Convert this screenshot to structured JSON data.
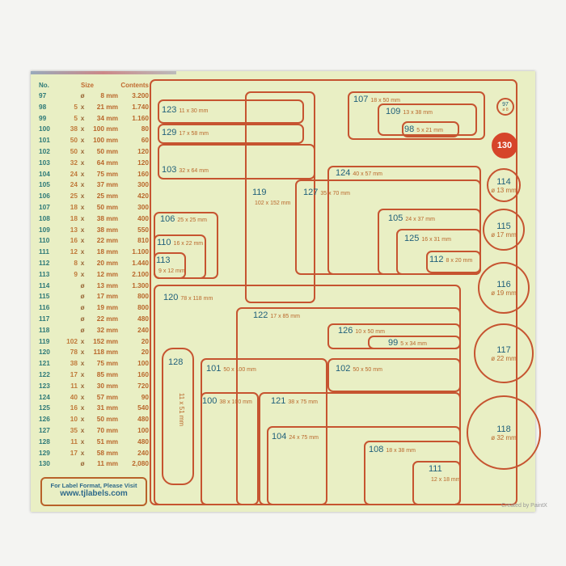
{
  "table": {
    "headers": {
      "no": "No.",
      "size": "Size",
      "contents": "Contents"
    },
    "rows": [
      [
        "97",
        "",
        "ø",
        "8 mm",
        "3.200"
      ],
      [
        "98",
        "5",
        "x",
        "21 mm",
        "1.740"
      ],
      [
        "99",
        "5",
        "x",
        "34 mm",
        "1.160"
      ],
      [
        "100",
        "38",
        "x",
        "100 mm",
        "80"
      ],
      [
        "101",
        "50",
        "x",
        "100 mm",
        "60"
      ],
      [
        "102",
        "50",
        "x",
        "50 mm",
        "120"
      ],
      [
        "103",
        "32",
        "x",
        "64 mm",
        "120"
      ],
      [
        "104",
        "24",
        "x",
        "75 mm",
        "160"
      ],
      [
        "105",
        "24",
        "x",
        "37 mm",
        "300"
      ],
      [
        "106",
        "25",
        "x",
        "25 mm",
        "420"
      ],
      [
        "107",
        "18",
        "x",
        "50 mm",
        "300"
      ],
      [
        "108",
        "18",
        "x",
        "38 mm",
        "400"
      ],
      [
        "109",
        "13",
        "x",
        "38 mm",
        "550"
      ],
      [
        "110",
        "16",
        "x",
        "22 mm",
        "810"
      ],
      [
        "111",
        "12",
        "x",
        "18 mm",
        "1.100"
      ],
      [
        "112",
        "8",
        "x",
        "20 mm",
        "1.440"
      ],
      [
        "113",
        "9",
        "x",
        "12 mm",
        "2.100"
      ],
      [
        "114",
        "",
        "ø",
        "13 mm",
        "1.300"
      ],
      [
        "115",
        "",
        "ø",
        "17 mm",
        "800"
      ],
      [
        "116",
        "",
        "ø",
        "19 mm",
        "800"
      ],
      [
        "117",
        "",
        "ø",
        "22 mm",
        "480"
      ],
      [
        "118",
        "",
        "ø",
        "32 mm",
        "240"
      ],
      [
        "119",
        "102",
        "x",
        "152 mm",
        "20"
      ],
      [
        "120",
        "78",
        "x",
        "118 mm",
        "20"
      ],
      [
        "121",
        "38",
        "x",
        "75 mm",
        "100"
      ],
      [
        "122",
        "17",
        "x",
        "85 mm",
        "160"
      ],
      [
        "123",
        "11",
        "x",
        "30 mm",
        "720"
      ],
      [
        "124",
        "40",
        "x",
        "57 mm",
        "90"
      ],
      [
        "125",
        "16",
        "x",
        "31 mm",
        "540"
      ],
      [
        "126",
        "10",
        "x",
        "50 mm",
        "480"
      ],
      [
        "127",
        "35",
        "x",
        "70 mm",
        "100"
      ],
      [
        "128",
        "11",
        "x",
        "51 mm",
        "480"
      ],
      [
        "129",
        "17",
        "x",
        "58 mm",
        "240"
      ],
      [
        "130",
        "",
        "ø",
        "11 mm",
        "2,080"
      ]
    ]
  },
  "visit": {
    "line1": "For Label Format, Please Visit",
    "url": "www.tjlabels.com"
  },
  "labels": {
    "l123": {
      "no": "123",
      "size": "11 x 30 mm"
    },
    "l129": {
      "no": "129",
      "size": "17 x 58 mm"
    },
    "l103": {
      "no": "103",
      "size": "32 x 64 mm"
    },
    "l119": {
      "no": "119",
      "size": "102 x 152 mm"
    },
    "l107": {
      "no": "107",
      "size": "18 x 50 mm"
    },
    "l109": {
      "no": "109",
      "size": "13 x 38 mm"
    },
    "l98": {
      "no": "98",
      "size": "5 x 21 mm"
    },
    "l124": {
      "no": "124",
      "size": "40 x 57 mm"
    },
    "l127": {
      "no": "127",
      "size": "35 x 70 mm"
    },
    "l105": {
      "no": "105",
      "size": "24 x 37 mm"
    },
    "l125": {
      "no": "125",
      "size": "16 x 31 mm"
    },
    "l112": {
      "no": "112",
      "size": "8 x 20 mm"
    },
    "l106": {
      "no": "106",
      "size": "25 x 25 mm"
    },
    "l110": {
      "no": "110",
      "size": "16 x 22 mm"
    },
    "l113": {
      "no": "113",
      "size": "9 x 12 mm"
    },
    "l120": {
      "no": "120",
      "size": "78 x 118 mm"
    },
    "l122": {
      "no": "122",
      "size": "17 x 85 mm"
    },
    "l126": {
      "no": "126",
      "size": "10 x 50 mm"
    },
    "l99": {
      "no": "99",
      "size": "5 x 34 mm"
    },
    "l128": {
      "no": "128",
      "size": "11 x 51 mm"
    },
    "l101": {
      "no": "101",
      "size": "50 x 100 mm"
    },
    "l102": {
      "no": "102",
      "size": "50 x 50 mm"
    },
    "l100": {
      "no": "100",
      "size": "38 x 100 mm"
    },
    "l121": {
      "no": "121",
      "size": "38 x 75 mm"
    },
    "l104": {
      "no": "104",
      "size": "24 x 75 mm"
    },
    "l108": {
      "no": "108",
      "size": "18 x 38 mm"
    },
    "l111": {
      "no": "111",
      "size": "12 x 18 mm"
    },
    "c97": {
      "no": "97",
      "size": "ø 8"
    },
    "c130": {
      "no": "130"
    },
    "c114": {
      "no": "114",
      "size": "ø 13 mm"
    },
    "c115": {
      "no": "115",
      "size": "ø 17 mm"
    },
    "c116": {
      "no": "116",
      "size": "ø 19 mm"
    },
    "c117": {
      "no": "117",
      "size": "ø 22 mm"
    },
    "c118": {
      "no": "118",
      "size": "ø 32 mm"
    }
  },
  "watermark": "Created by PaintX"
}
